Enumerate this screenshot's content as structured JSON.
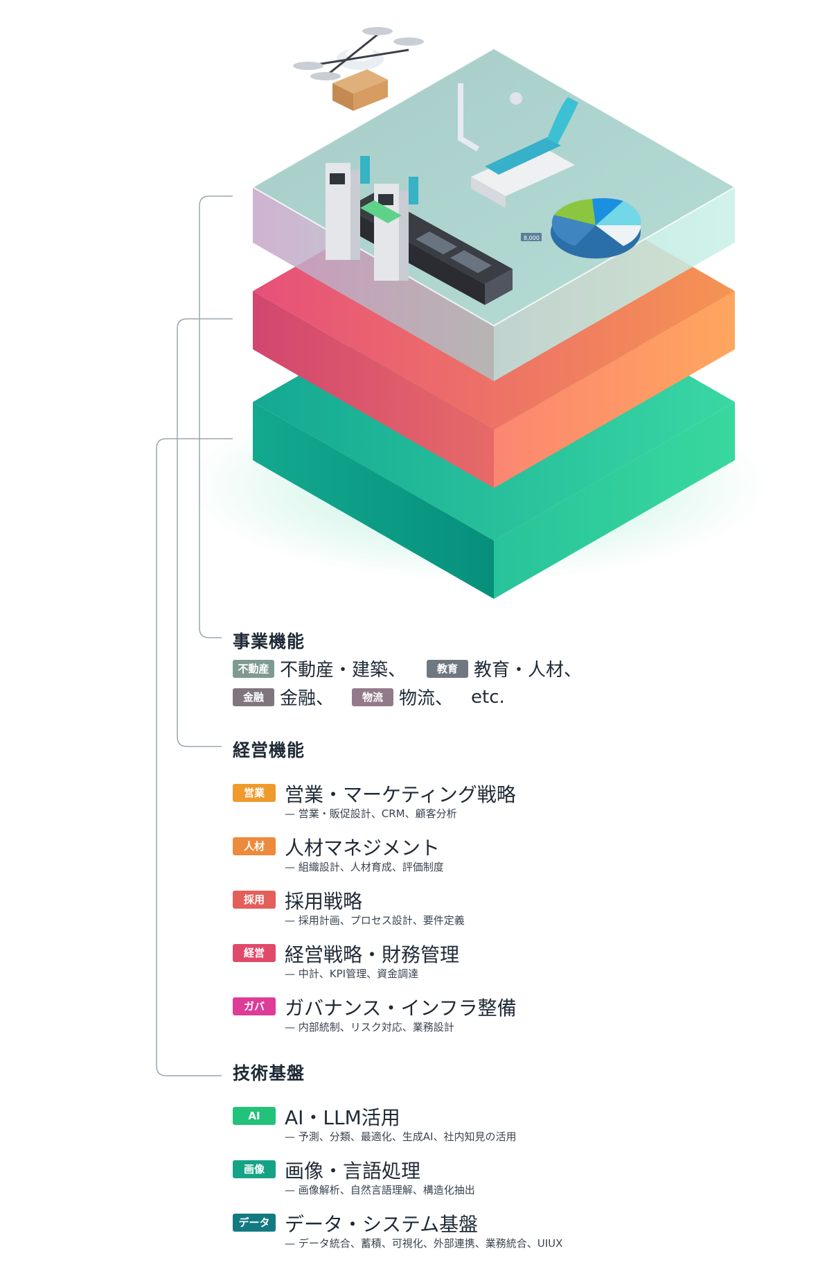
{
  "sections": {
    "business": {
      "title": "事業機能",
      "items": [
        {
          "tag": "不動産",
          "text": "不動産・建築、",
          "color": "#7e9a92"
        },
        {
          "tag": "教育",
          "text": "教育・人材、",
          "color": "#6f7880"
        },
        {
          "tag": "金融",
          "text": "金融、",
          "color": "#80757d"
        },
        {
          "tag": "物流",
          "text": "物流、",
          "color": "#937a8a"
        }
      ],
      "etc": "etc."
    },
    "management": {
      "title": "経営機能",
      "items": [
        {
          "tag": "営業",
          "title": "営業・マーケティング戦略",
          "sub": "— 営業・販促設計、CRM、顧客分析",
          "color": "#ef9a2c"
        },
        {
          "tag": "人材",
          "title": "人材マネジメント",
          "sub": "— 組織設計、人材育成、評価制度",
          "color": "#ee8a3b"
        },
        {
          "tag": "採用",
          "title": "採用戦略",
          "sub": "— 採用計画、プロセス設計、要件定義",
          "color": "#e35f5a"
        },
        {
          "tag": "経営",
          "title": "経営戦略・財務管理",
          "sub": "— 中計、KPI管理、資金調達",
          "color": "#e04a6a"
        },
        {
          "tag": "ガバ",
          "title": "ガバナンス・インフラ整備",
          "sub": "— 内部統制、リスク対応、業務設計",
          "color": "#de3c98"
        }
      ]
    },
    "tech": {
      "title": "技術基盤",
      "items": [
        {
          "tag": "AI",
          "title": "AI・LLM活用",
          "sub": "— 予測、分類、最適化、生成AI、社内知見の活用",
          "color": "#22c27a"
        },
        {
          "tag": "画像",
          "title": "画像・言語処理",
          "sub": "— 画像解析、自然言語理解、構造化抽出",
          "color": "#14a384"
        },
        {
          "tag": "データ",
          "title": "データ・システム基盤",
          "sub": "— データ統合、蓄積、可視化、外部連携、業務統合、UIUX",
          "color": "#147a82"
        }
      ]
    }
  },
  "illustration": {
    "chart_label": "8,000"
  }
}
